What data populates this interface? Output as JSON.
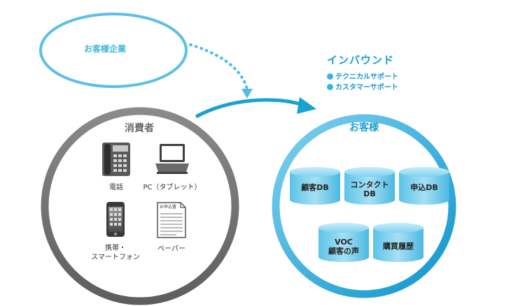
{
  "company": {
    "label": "お客様企業"
  },
  "inbound": {
    "title": "インバウンド",
    "items": [
      "テクニカルサポート",
      "カスタマーサポート"
    ]
  },
  "consumer": {
    "title": "消費者",
    "devices": [
      {
        "label": "電話",
        "icon": "desk-phone-icon"
      },
      {
        "label": "PC（タブレット）",
        "icon": "laptop-icon"
      },
      {
        "label": "携帯・\nスマートフォン",
        "icon": "smartphone-icon"
      },
      {
        "label": "ペーパー",
        "icon": "paper-form-icon",
        "form_text": "お申込書"
      }
    ]
  },
  "customer": {
    "title": "お客様",
    "databases": [
      "顧客DB",
      "コンタクト\nDB",
      "申込DB",
      "VOC\n顧客の声",
      "購買履歴"
    ]
  },
  "colors": {
    "accent_blue": "#1aa0d2",
    "light_blue": "#4fbde3",
    "gray": "#7d7d7d"
  }
}
